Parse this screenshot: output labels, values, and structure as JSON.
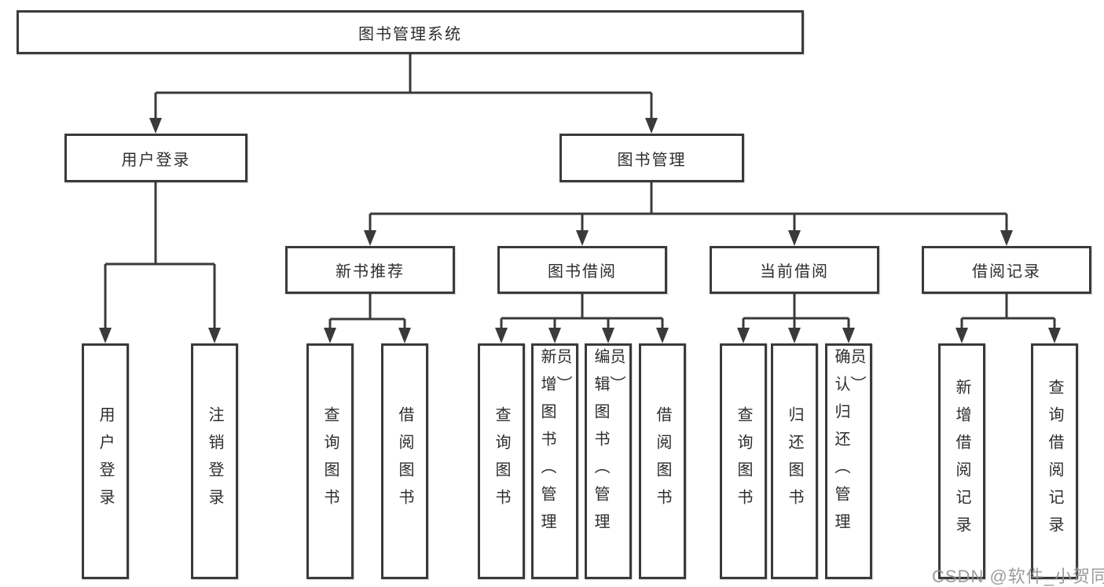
{
  "nodes": {
    "root": "图书管理系统",
    "user_login": "用户登录",
    "book_mgmt": "图书管理",
    "new_book_rec": "新书推荐",
    "book_borrow": "图书借阅",
    "current_borrow": "当前借阅",
    "borrow_records": "借阅记录",
    "leaf_user_login": "用户登录",
    "leaf_logout": "注销登录",
    "leaf_query_books_1": "查询图书",
    "leaf_borrow_books_1": "借阅图书",
    "leaf_query_books_2": "查询图书",
    "leaf_add_books_admin": "新增图书（管理员）",
    "leaf_edit_books_admin": "编辑图书（管理员）",
    "leaf_borrow_books_2": "借阅图书",
    "leaf_query_books_3": "查询图书",
    "leaf_return_books": "归还图书",
    "leaf_confirm_return_admin": "确认归还（管理员）",
    "leaf_add_borrow_record": "新增借阅记录",
    "leaf_query_borrow_record": "查询借阅记录"
  },
  "watermark": "CSDN @软件_小贺同学",
  "colors": {
    "line": "#3a3a3a",
    "text": "#2d2d2d",
    "watermark": "#949494",
    "background": "#ffffff"
  }
}
